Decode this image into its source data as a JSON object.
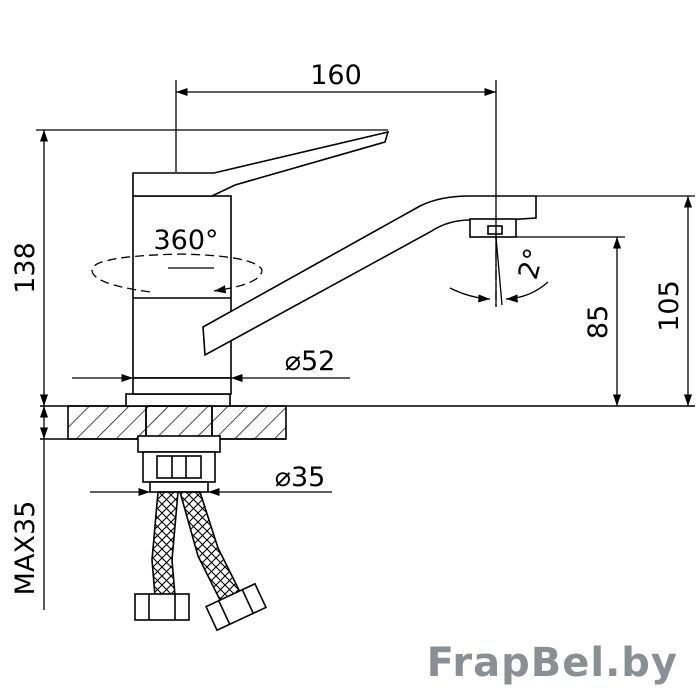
{
  "dimensions": {
    "spout_reach": "160",
    "total_height": "138",
    "rotation": "360°",
    "tilt": "2°",
    "spout_clearance": "85",
    "spout_height": "105",
    "body_diameter": "⌀52",
    "mount_diameter": "⌀35",
    "max_counter": "MAX35"
  },
  "watermark": "FrapBel.by",
  "colors": {
    "line": "#000000",
    "watermark": "#8a8f96",
    "background": "#ffffff"
  }
}
